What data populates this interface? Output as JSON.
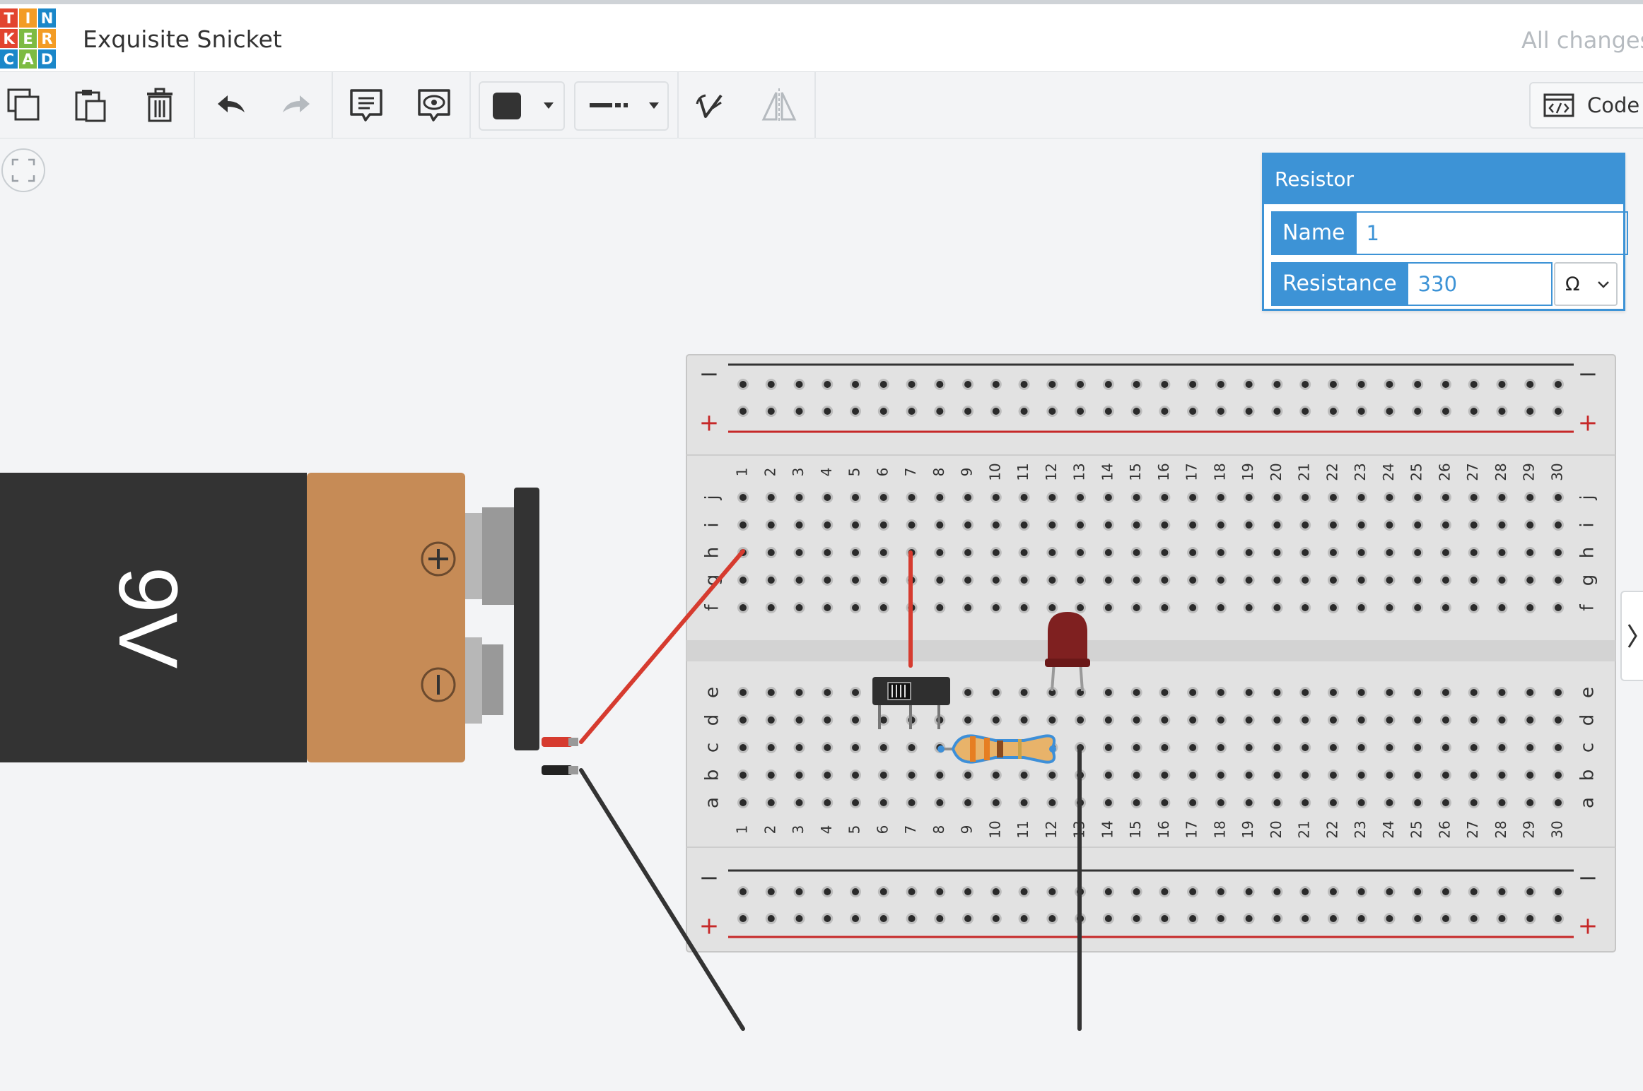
{
  "app": {
    "logo_letters": [
      "T",
      "I",
      "N",
      "K",
      "E",
      "R",
      "C",
      "A",
      "D"
    ],
    "logo_colors": [
      "#e2442f",
      "#f39c25",
      "#1a87c9",
      "#e2442f",
      "#7dbb42",
      "#f39c25",
      "#1a87c9",
      "#7dbb42",
      "#1a87c9"
    ],
    "title": "Exquisite Snicket",
    "save_status": "All changes"
  },
  "toolbar": {
    "icons": [
      "copy-icon",
      "paste-icon",
      "delete-icon",
      "undo-icon",
      "redo-icon",
      "note-icon",
      "notes-visibility-icon",
      "color-swatch-icon",
      "line-style-icon",
      "rotate-icon",
      "flip-icon"
    ],
    "fill_color": "#333333",
    "code_label": "Code"
  },
  "inspector": {
    "title": "Resistor",
    "name_label": "Name",
    "name_value": "1",
    "resistance_label": "Resistance",
    "resistance_value": "330",
    "unit": "Ω"
  },
  "battery": {
    "label": "9V",
    "plus": "+",
    "minus": "−"
  },
  "breadboard": {
    "columns": 30,
    "rows_top": [
      "j",
      "i",
      "h",
      "g",
      "f"
    ],
    "rows_bottom": [
      "e",
      "d",
      "c",
      "b",
      "a"
    ],
    "rail_minus": "−",
    "rail_plus": "+"
  },
  "colors": {
    "accent": "#3d93d6",
    "wire_red": "#d63b2f",
    "wire_black": "#333333",
    "battery_body": "#333333",
    "battery_cap": "#c68b56",
    "led": "#7f2020",
    "rail_red": "#c62828"
  }
}
